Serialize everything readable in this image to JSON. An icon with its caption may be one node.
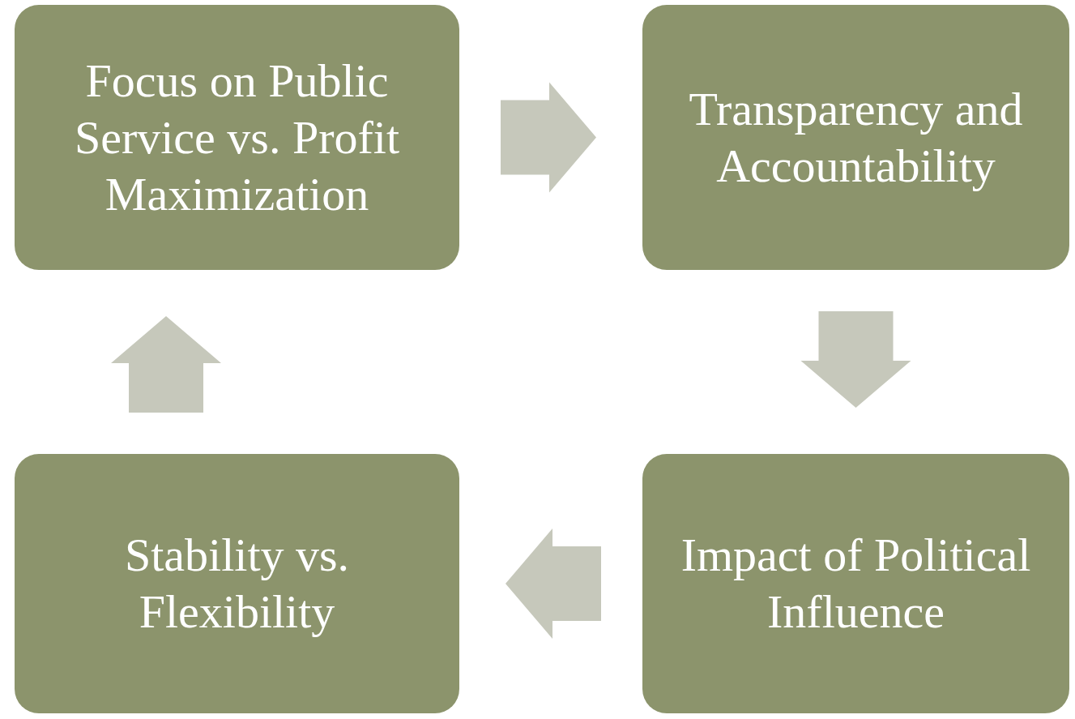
{
  "diagram": {
    "nodes": [
      {
        "text": [
          "Focus on Public Service vs. Profit Maximization"
        ]
      },
      {
        "text": [
          "Transparency and Accountability"
        ]
      },
      {
        "text": [
          "Stability vs. Flexibility"
        ]
      },
      {
        "text": [
          "Impact of Political Influence"
        ]
      }
    ],
    "edges": [
      {
        "from": 0,
        "to": 1,
        "arrow": "to"
      },
      {
        "from": 1,
        "to": 3,
        "arrow": "to"
      },
      {
        "from": 3,
        "to": 2,
        "arrow": "to"
      },
      {
        "from": 2,
        "to": 0,
        "arrow": "to"
      }
    ]
  }
}
